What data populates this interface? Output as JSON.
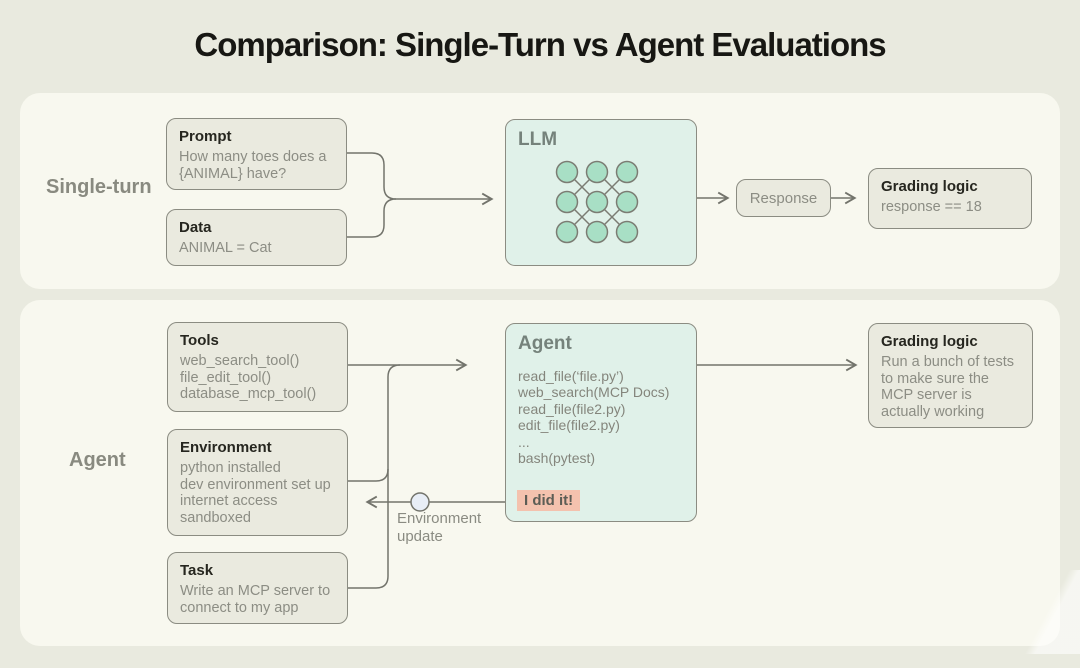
{
  "title": "Comparison: Single-Turn vs Agent Evaluations",
  "colors": {
    "background": "#e9eadf",
    "panel": "#f8f8ef",
    "gray_box_fill": "#eaeadf",
    "mint_box_fill": "#e0f1e9",
    "box_border": "#8b8c82",
    "connector_line": "#73746c",
    "neuron_fill": "#a8dfc5",
    "highlight_salmon": "#f4c2ae",
    "node_circle_fill": "#e8eef6",
    "header_text": "#26261f",
    "body_text": "#8c8d84"
  },
  "single_turn": {
    "label": "Single-turn",
    "prompt": {
      "header": "Prompt",
      "body": "How many toes does a {ANIMAL} have?"
    },
    "data": {
      "header": "Data",
      "body": "ANIMAL = Cat"
    },
    "llm": {
      "label": "LLM"
    },
    "response": {
      "label": "Response"
    },
    "grading": {
      "header": "Grading logic",
      "body": "response == 18"
    }
  },
  "agent": {
    "label": "Agent",
    "tools": {
      "header": "Tools",
      "lines": [
        "web_search_tool()",
        "file_edit_tool()",
        "database_mcp_tool()"
      ]
    },
    "environment": {
      "header": "Environment",
      "lines": [
        "python installed",
        "dev environment set up",
        "internet access",
        "sandboxed"
      ]
    },
    "task": {
      "header": "Task",
      "body": "Write an MCP server to connect to my app"
    },
    "agent_box": {
      "header": "Agent",
      "lines": [
        "read_file(‘file.py’)",
        "web_search(MCP Docs)",
        "read_file(file2.py)",
        "edit_file(file2.py)",
        "...",
        "bash(pytest)"
      ],
      "highlight": "I did it!"
    },
    "env_update_label": "Environment update",
    "grading": {
      "header": "Grading logic",
      "body": "Run a bunch of tests to make sure the MCP server is actually working"
    }
  }
}
